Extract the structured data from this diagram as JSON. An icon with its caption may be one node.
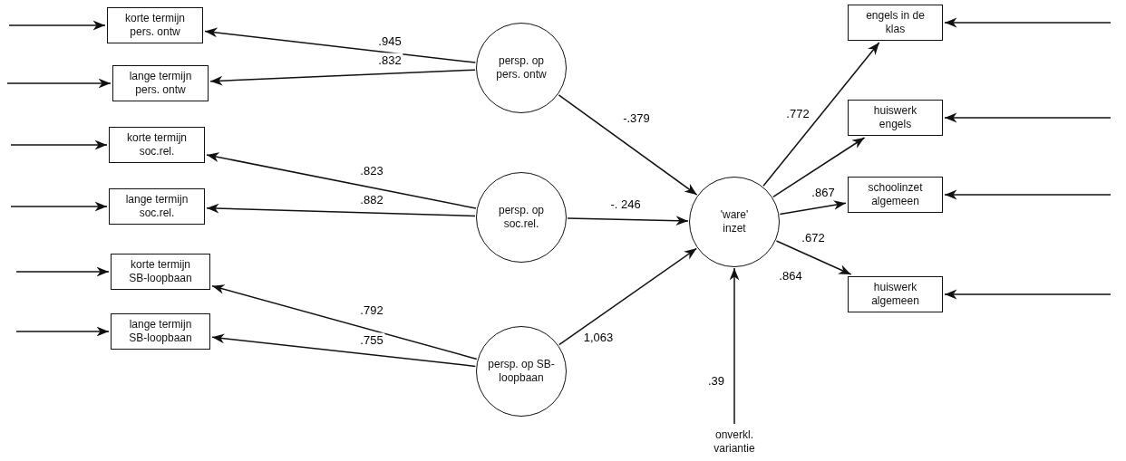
{
  "diagram": {
    "nodes": [
      {
        "text": [
          "korte termijn pers. ontw"
        ]
      },
      {
        "text": [
          "lange termijn pers. ontw"
        ]
      },
      {
        "text": [
          "korte termijn soc.rel."
        ]
      },
      {
        "text": [
          "lange termijn soc.rel."
        ]
      },
      {
        "text": [
          "korte termijn SB-loopbaan"
        ]
      },
      {
        "text": [
          "lange termijn SB-loopbaan"
        ]
      },
      {
        "text": [
          "persp. op pers. ontw"
        ]
      },
      {
        "text": [
          "persp. op soc.rel."
        ]
      },
      {
        "text": [
          "persp. op SB-loopbaan"
        ]
      },
      {
        "text": [
          "'ware' inzet"
        ]
      },
      {
        "text": [
          "engels in de klas"
        ]
      },
      {
        "text": [
          "huiswerk engels"
        ]
      },
      {
        "text": [
          "schoolinzet algemeen"
        ]
      },
      {
        "text": [
          "huiswerk algemeen"
        ]
      },
      {
        "text": [
          "onverkl. variantie"
        ]
      }
    ],
    "edges": [
      {
        "from": null,
        "to": 0,
        "arrow": "to"
      },
      {
        "from": null,
        "to": 1,
        "arrow": "to"
      },
      {
        "from": null,
        "to": 2,
        "arrow": "to"
      },
      {
        "from": null,
        "to": 3,
        "arrow": "to"
      },
      {
        "from": null,
        "to": 4,
        "arrow": "to"
      },
      {
        "from": null,
        "to": 5,
        "arrow": "to"
      },
      {
        "from": 6,
        "to": 0,
        "arrow": "to",
        "label": ".945"
      },
      {
        "from": 6,
        "to": 1,
        "arrow": "to",
        "label": ".832"
      },
      {
        "from": 7,
        "to": 2,
        "arrow": "to",
        "label": ".823"
      },
      {
        "from": 7,
        "to": 3,
        "arrow": "to",
        "label": ".882"
      },
      {
        "from": 8,
        "to": 4,
        "arrow": "to",
        "label": ".792"
      },
      {
        "from": 8,
        "to": 5,
        "arrow": "to",
        "label": ".755"
      },
      {
        "from": 6,
        "to": 9,
        "arrow": "to",
        "label": "-.379"
      },
      {
        "from": 7,
        "to": 9,
        "arrow": "to",
        "label": "-. 246"
      },
      {
        "from": 8,
        "to": 9,
        "arrow": "to",
        "label": "1,063"
      },
      {
        "from": 14,
        "to": 9,
        "arrow": "to",
        "label": ".39"
      },
      {
        "from": 9,
        "to": 10,
        "arrow": "to",
        "label": ".772"
      },
      {
        "from": 9,
        "to": 11,
        "arrow": "to",
        "label": ".867"
      },
      {
        "from": 9,
        "to": 12,
        "arrow": "to",
        "label": ".672"
      },
      {
        "from": 9,
        "to": 13,
        "arrow": "to",
        "label": ".864"
      },
      {
        "from": null,
        "to": 10,
        "arrow": "to"
      },
      {
        "from": null,
        "to": 11,
        "arrow": "to"
      },
      {
        "from": null,
        "to": 12,
        "arrow": "to"
      },
      {
        "from": null,
        "to": 13,
        "arrow": "to"
      }
    ]
  }
}
